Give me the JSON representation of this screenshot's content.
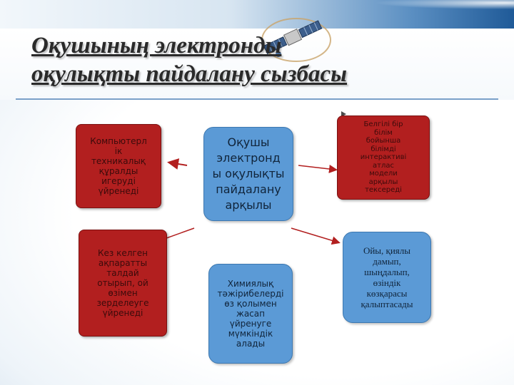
{
  "title": {
    "line1": "Оқушының электронды",
    "line2": "оқулықты пайдалану сызбасы"
  },
  "nodes": {
    "left_top": [
      "Компьютерл",
      "ік",
      "техникалық",
      "құралды",
      "игеруді",
      "үйренеді"
    ],
    "left_bottom": [
      "Кез келген",
      "ақпаратты",
      "талдай",
      "отырып, ой",
      "өзімен",
      "зерделеуге",
      "үйренеді"
    ],
    "center_top": [
      "Оқушы",
      "электронд",
      "ы оқулықты",
      "пайдалану",
      "арқылы"
    ],
    "center_bottom": [
      "Химиялық",
      "тәжірибелерді",
      "өз қолымен",
      "жасап",
      "үйренуге",
      "мүмкіндік",
      "алады"
    ],
    "right_top": [
      "Белгілі бір",
      "білім",
      "бойынша",
      "білімді",
      "интерактиві",
      "атлас",
      "модели",
      "арқылы",
      "тексереді"
    ],
    "right_bottom": [
      "Ойы, қиялы",
      "дамып,",
      "шыңдалып,",
      "өзіндік",
      "көзқарасы",
      "қалыптасады"
    ]
  },
  "colors": {
    "red_box": "#b21f1f",
    "blue_box": "#5b9ad6",
    "arrow": "#b21f1f"
  },
  "icons": [
    "satellite-icon",
    "bullet-arrow-icon"
  ]
}
